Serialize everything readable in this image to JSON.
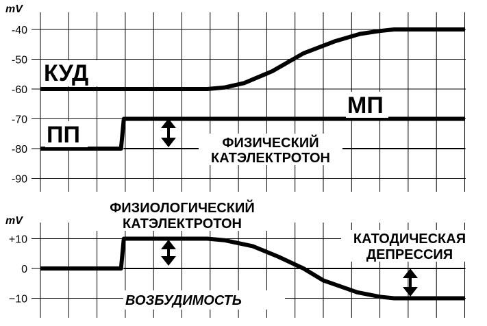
{
  "chart_data": [
    {
      "type": "line",
      "ylabel": "mV",
      "y_ticks": [
        -40,
        -50,
        -60,
        -70,
        -80,
        -90
      ],
      "ylim": [
        -95,
        -35
      ],
      "xlim": [
        0,
        15
      ],
      "grid": true,
      "series": [
        {
          "name": "КУД",
          "x": [
            0,
            5.9,
            6.5,
            7.2,
            8.2,
            9.3,
            10.4,
            11.3,
            12,
            12.5,
            15
          ],
          "values": [
            -60,
            -60,
            -59.5,
            -58,
            -54,
            -48,
            -44,
            -41.5,
            -40.5,
            -40,
            -40
          ]
        },
        {
          "name": "ПП",
          "x": [
            0,
            2.85,
            2.95,
            15
          ],
          "values": [
            -80,
            -80,
            -70,
            -70
          ]
        },
        {
          "name": "",
          "x": [
            2.95,
            15
          ],
          "values": [
            -80,
            -80
          ]
        }
      ],
      "annotations": {
        "mp_label": "МП",
        "physical_line1": "ФИЗИЧЕСКИЙ",
        "physical_line2": "КАТЭЛЕКТРОТОН"
      }
    },
    {
      "type": "line",
      "ylabel": "mV",
      "y_ticks": [
        "+10",
        "0",
        "−10"
      ],
      "ylim": [
        -15,
        15
      ],
      "xlim": [
        0,
        15
      ],
      "grid": true,
      "series": [
        {
          "name": "ВОЗБУДИМОСТЬ",
          "x": [
            0,
            2.85,
            2.95,
            5.9,
            6.5,
            7.5,
            8.4,
            9.3,
            10,
            11.2,
            12,
            12.5,
            15
          ],
          "values": [
            0,
            0,
            10,
            10,
            9.5,
            7.5,
            4,
            0,
            -4,
            -8,
            -9.5,
            -10,
            -10
          ]
        },
        {
          "name": "",
          "x": [
            2.95,
            15
          ],
          "values": [
            0,
            0
          ]
        }
      ],
      "annotations": {
        "physiological_line1": "ФИЗИОЛОГИЧЕСКИЙ",
        "physiological_line2": "КАТЭЛЕКТРОТОН",
        "depression_line1": "КАТОДИЧЕСКАЯ",
        "depression_line2": "ДЕПРЕССИЯ"
      }
    }
  ]
}
